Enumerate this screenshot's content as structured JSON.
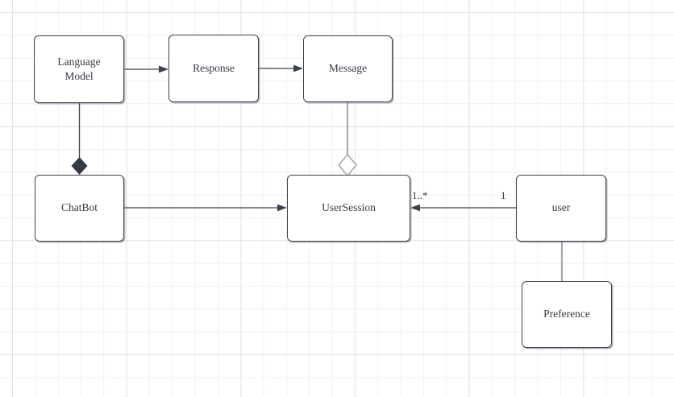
{
  "diagram": {
    "nodes": {
      "language_model": {
        "label": "Language\nModel"
      },
      "response": {
        "label": "Response"
      },
      "message": {
        "label": "Message"
      },
      "chatbot": {
        "label": "ChatBot"
      },
      "user_session": {
        "label": "UserSession"
      },
      "user": {
        "label": "user"
      },
      "preference": {
        "label": "Preference"
      }
    },
    "edges": [
      {
        "from": "Language Model",
        "to": "Response",
        "type": "directed-arrow"
      },
      {
        "from": "Response",
        "to": "Message",
        "type": "directed-arrow"
      },
      {
        "from": "ChatBot",
        "to": "UserSession",
        "type": "directed-arrow"
      },
      {
        "from": "user",
        "to": "UserSession",
        "type": "directed-arrow",
        "source_label": "1",
        "target_label": "1..*"
      },
      {
        "from": "Language Model",
        "to": "ChatBot",
        "type": "composition-filled-diamond"
      },
      {
        "from": "Message",
        "to": "UserSession",
        "type": "aggregation-hollow-diamond"
      },
      {
        "from": "user",
        "to": "Preference",
        "type": "plain-line"
      }
    ],
    "edge_labels": {
      "user_session_multiplicity": "1..*",
      "user_multiplicity": "1"
    },
    "colors": {
      "node_stroke": "#3b424c",
      "node_fill": "#ffffff",
      "edge_dark": "#3b424c",
      "edge_light": "#a2a5aa",
      "text": "#343a42",
      "grid_minor": "#f0f0f0",
      "grid_major": "#e3e3e3",
      "canvas": "#ffffff"
    }
  }
}
